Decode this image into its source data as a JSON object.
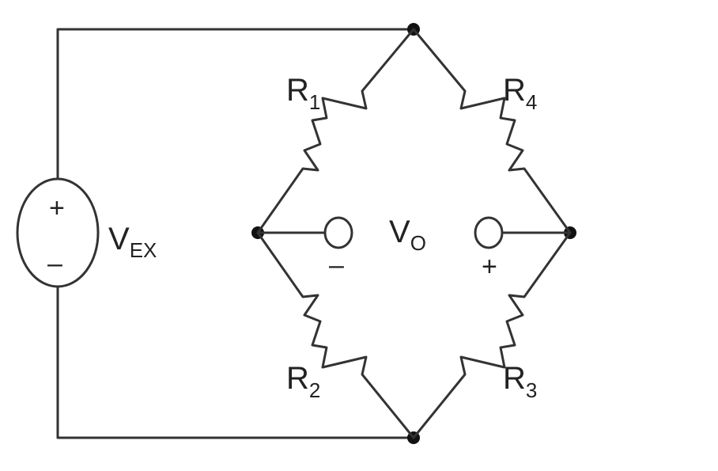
{
  "source": {
    "main": "V",
    "sub": "EX",
    "plus": "+",
    "minus": "–"
  },
  "resistors": [
    {
      "main": "R",
      "sub": "1"
    },
    {
      "main": "R",
      "sub": "4"
    },
    {
      "main": "R",
      "sub": "2"
    },
    {
      "main": "R",
      "sub": "3"
    }
  ],
  "output": {
    "main": "V",
    "sub": "O",
    "minus": "–",
    "plus": "+"
  }
}
